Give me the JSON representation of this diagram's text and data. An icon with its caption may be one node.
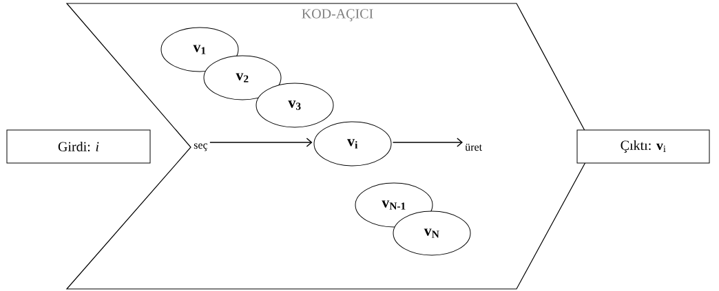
{
  "diagram": {
    "nodes": [
      {
        "text": [
          "Girdi: *i*"
        ]
      },
      {
        "text": [
          "KOD-AÇICI"
        ]
      },
      {
        "text": [
          "v$_{1}$"
        ],
        "in": 1
      },
      {
        "text": [
          "v$_{2}$"
        ],
        "in": 1
      },
      {
        "text": [
          "v$_{3}$"
        ],
        "in": 1
      },
      {
        "text": [
          "seç"
        ],
        "in": 1
      },
      {
        "text": [
          "v$_{i}$"
        ],
        "in": 1
      },
      {
        "text": [
          "üret"
        ],
        "in": 1
      },
      {
        "text": [
          "v$_{N-1}$"
        ],
        "in": 1
      },
      {
        "text": [
          "v$_{N}$"
        ],
        "in": 1
      },
      {
        "text": [
          "Çıktı: **v**$_{i}$"
        ]
      }
    ],
    "edges": [
      {
        "from": 5,
        "to": 6,
        "arrow": "to"
      },
      {
        "from": 6,
        "to": 7,
        "arrow": "to"
      }
    ]
  }
}
